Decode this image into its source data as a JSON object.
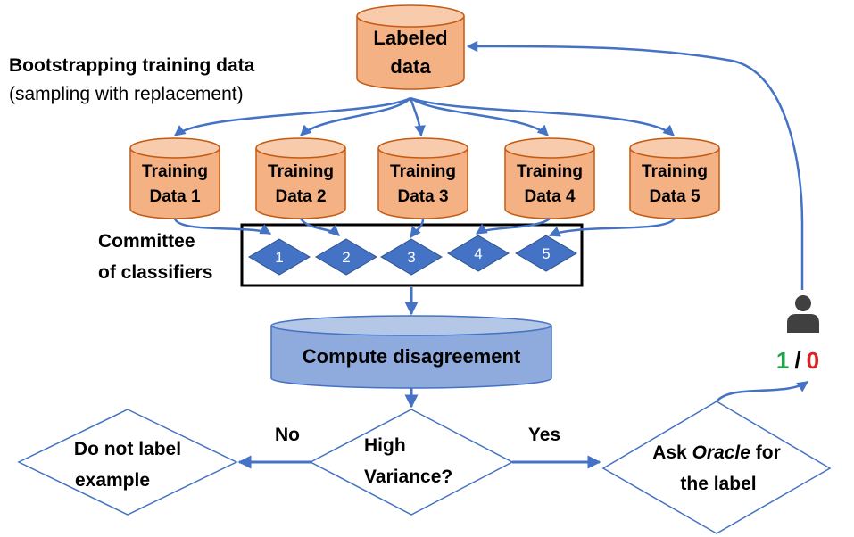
{
  "labeled_data": {
    "line1": "Labeled",
    "line2": "data"
  },
  "bootstrap": {
    "title": "Bootstrapping training data",
    "subtitle": "(sampling with replacement)"
  },
  "training_sets": [
    {
      "line1": "Training",
      "line2": "Data 1"
    },
    {
      "line1": "Training",
      "line2": "Data 2"
    },
    {
      "line1": "Training",
      "line2": "Data 3"
    },
    {
      "line1": "Training",
      "line2": "Data 4"
    },
    {
      "line1": "Training",
      "line2": "Data 5"
    }
  ],
  "committee": {
    "line1": "Committee",
    "line2": "of classifiers"
  },
  "classifiers": [
    "1",
    "2",
    "3",
    "4",
    "5"
  ],
  "compute_disagreement": "Compute disagreement",
  "decision": {
    "line1": "High",
    "line2": "Variance?",
    "no_label": "No",
    "yes_label": "Yes"
  },
  "do_not_label": {
    "line1": "Do not label",
    "line2": "example"
  },
  "oracle": {
    "ask": "Ask",
    "oracle_word": "Oracle",
    "for": "for",
    "line2": "the label"
  },
  "oracle_answer": {
    "one": "1",
    "slash": "/",
    "zero": "0"
  },
  "colors": {
    "cylinder_fill": "#f4b183",
    "cylinder_stroke": "#c55a11",
    "flow_blue": "#4472c4",
    "compute_fill": "#8faadc",
    "green": "#22a34b",
    "red": "#e02020",
    "person": "#404040"
  }
}
